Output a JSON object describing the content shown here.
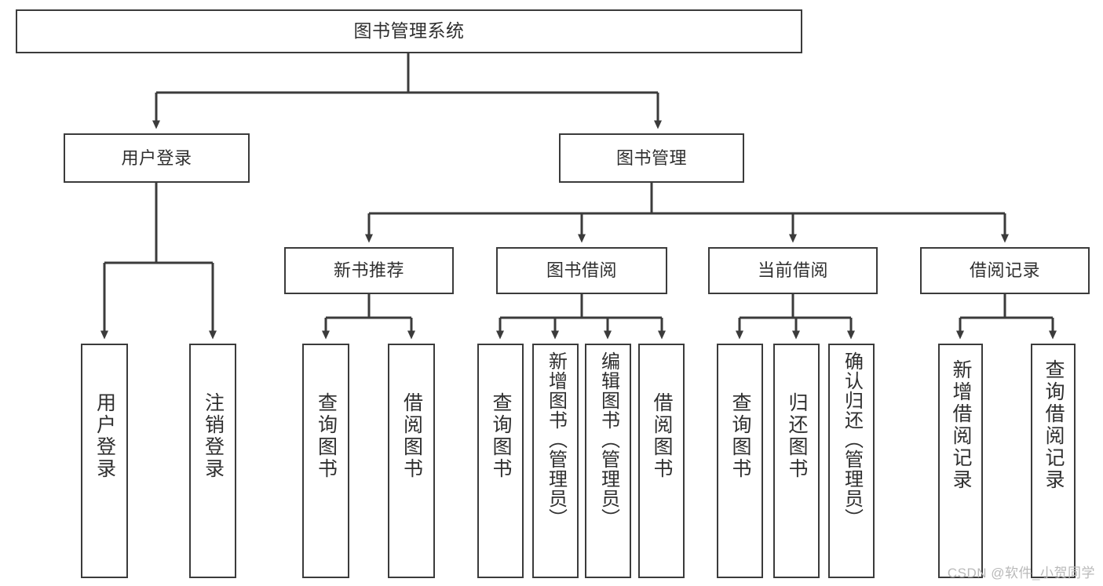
{
  "diagram": {
    "title": "图书管理系统",
    "type": "hierarchy-tree",
    "watermark": "CSDN @软件_小贺同学",
    "edge_color": "#3b3b3b",
    "box_fill": "#ffffff",
    "text_color": "#2f2f2f",
    "nodes": {
      "root": {
        "label": "图书管理系统",
        "level": 0
      },
      "l1": [
        {
          "id": "user-login",
          "label": "用户登录",
          "level": 1
        },
        {
          "id": "book-management",
          "label": "图书管理",
          "level": 1
        }
      ],
      "l2": [
        {
          "id": "new-book-recommend",
          "label": "新书推荐",
          "level": 2,
          "parent": "book-management"
        },
        {
          "id": "book-borrow",
          "label": "图书借阅",
          "level": 2,
          "parent": "book-management"
        },
        {
          "id": "current-borrow",
          "label": "当前借阅",
          "level": 2,
          "parent": "book-management"
        },
        {
          "id": "borrow-record",
          "label": "借阅记录",
          "level": 2,
          "parent": "book-management"
        }
      ],
      "leaves": [
        {
          "id": "leaf-user-login",
          "label": "用户登录",
          "parent": "user-login"
        },
        {
          "id": "leaf-user-logout",
          "label": "注销登录",
          "parent": "user-login"
        },
        {
          "id": "leaf-query-book-1",
          "label": "查询图书",
          "parent": "new-book-recommend"
        },
        {
          "id": "leaf-borrow-book-1",
          "label": "借阅图书",
          "parent": "new-book-recommend"
        },
        {
          "id": "leaf-query-book-2",
          "label": "查询图书",
          "parent": "book-borrow"
        },
        {
          "id": "leaf-add-book",
          "label": "新增图书（管理员）",
          "parent": "book-borrow"
        },
        {
          "id": "leaf-edit-book",
          "label": "编辑图书（管理员）",
          "parent": "book-borrow"
        },
        {
          "id": "leaf-borrow-book-2",
          "label": "借阅图书",
          "parent": "book-borrow"
        },
        {
          "id": "leaf-query-book-3",
          "label": "查询图书",
          "parent": "current-borrow"
        },
        {
          "id": "leaf-return-book",
          "label": "归还图书",
          "parent": "current-borrow"
        },
        {
          "id": "leaf-confirm-return",
          "label": "确认归还（管理员）",
          "parent": "current-borrow"
        },
        {
          "id": "leaf-add-record",
          "label": "新增借阅记录",
          "parent": "borrow-record"
        },
        {
          "id": "leaf-query-record",
          "label": "查询借阅记录",
          "parent": "borrow-record"
        }
      ]
    }
  }
}
